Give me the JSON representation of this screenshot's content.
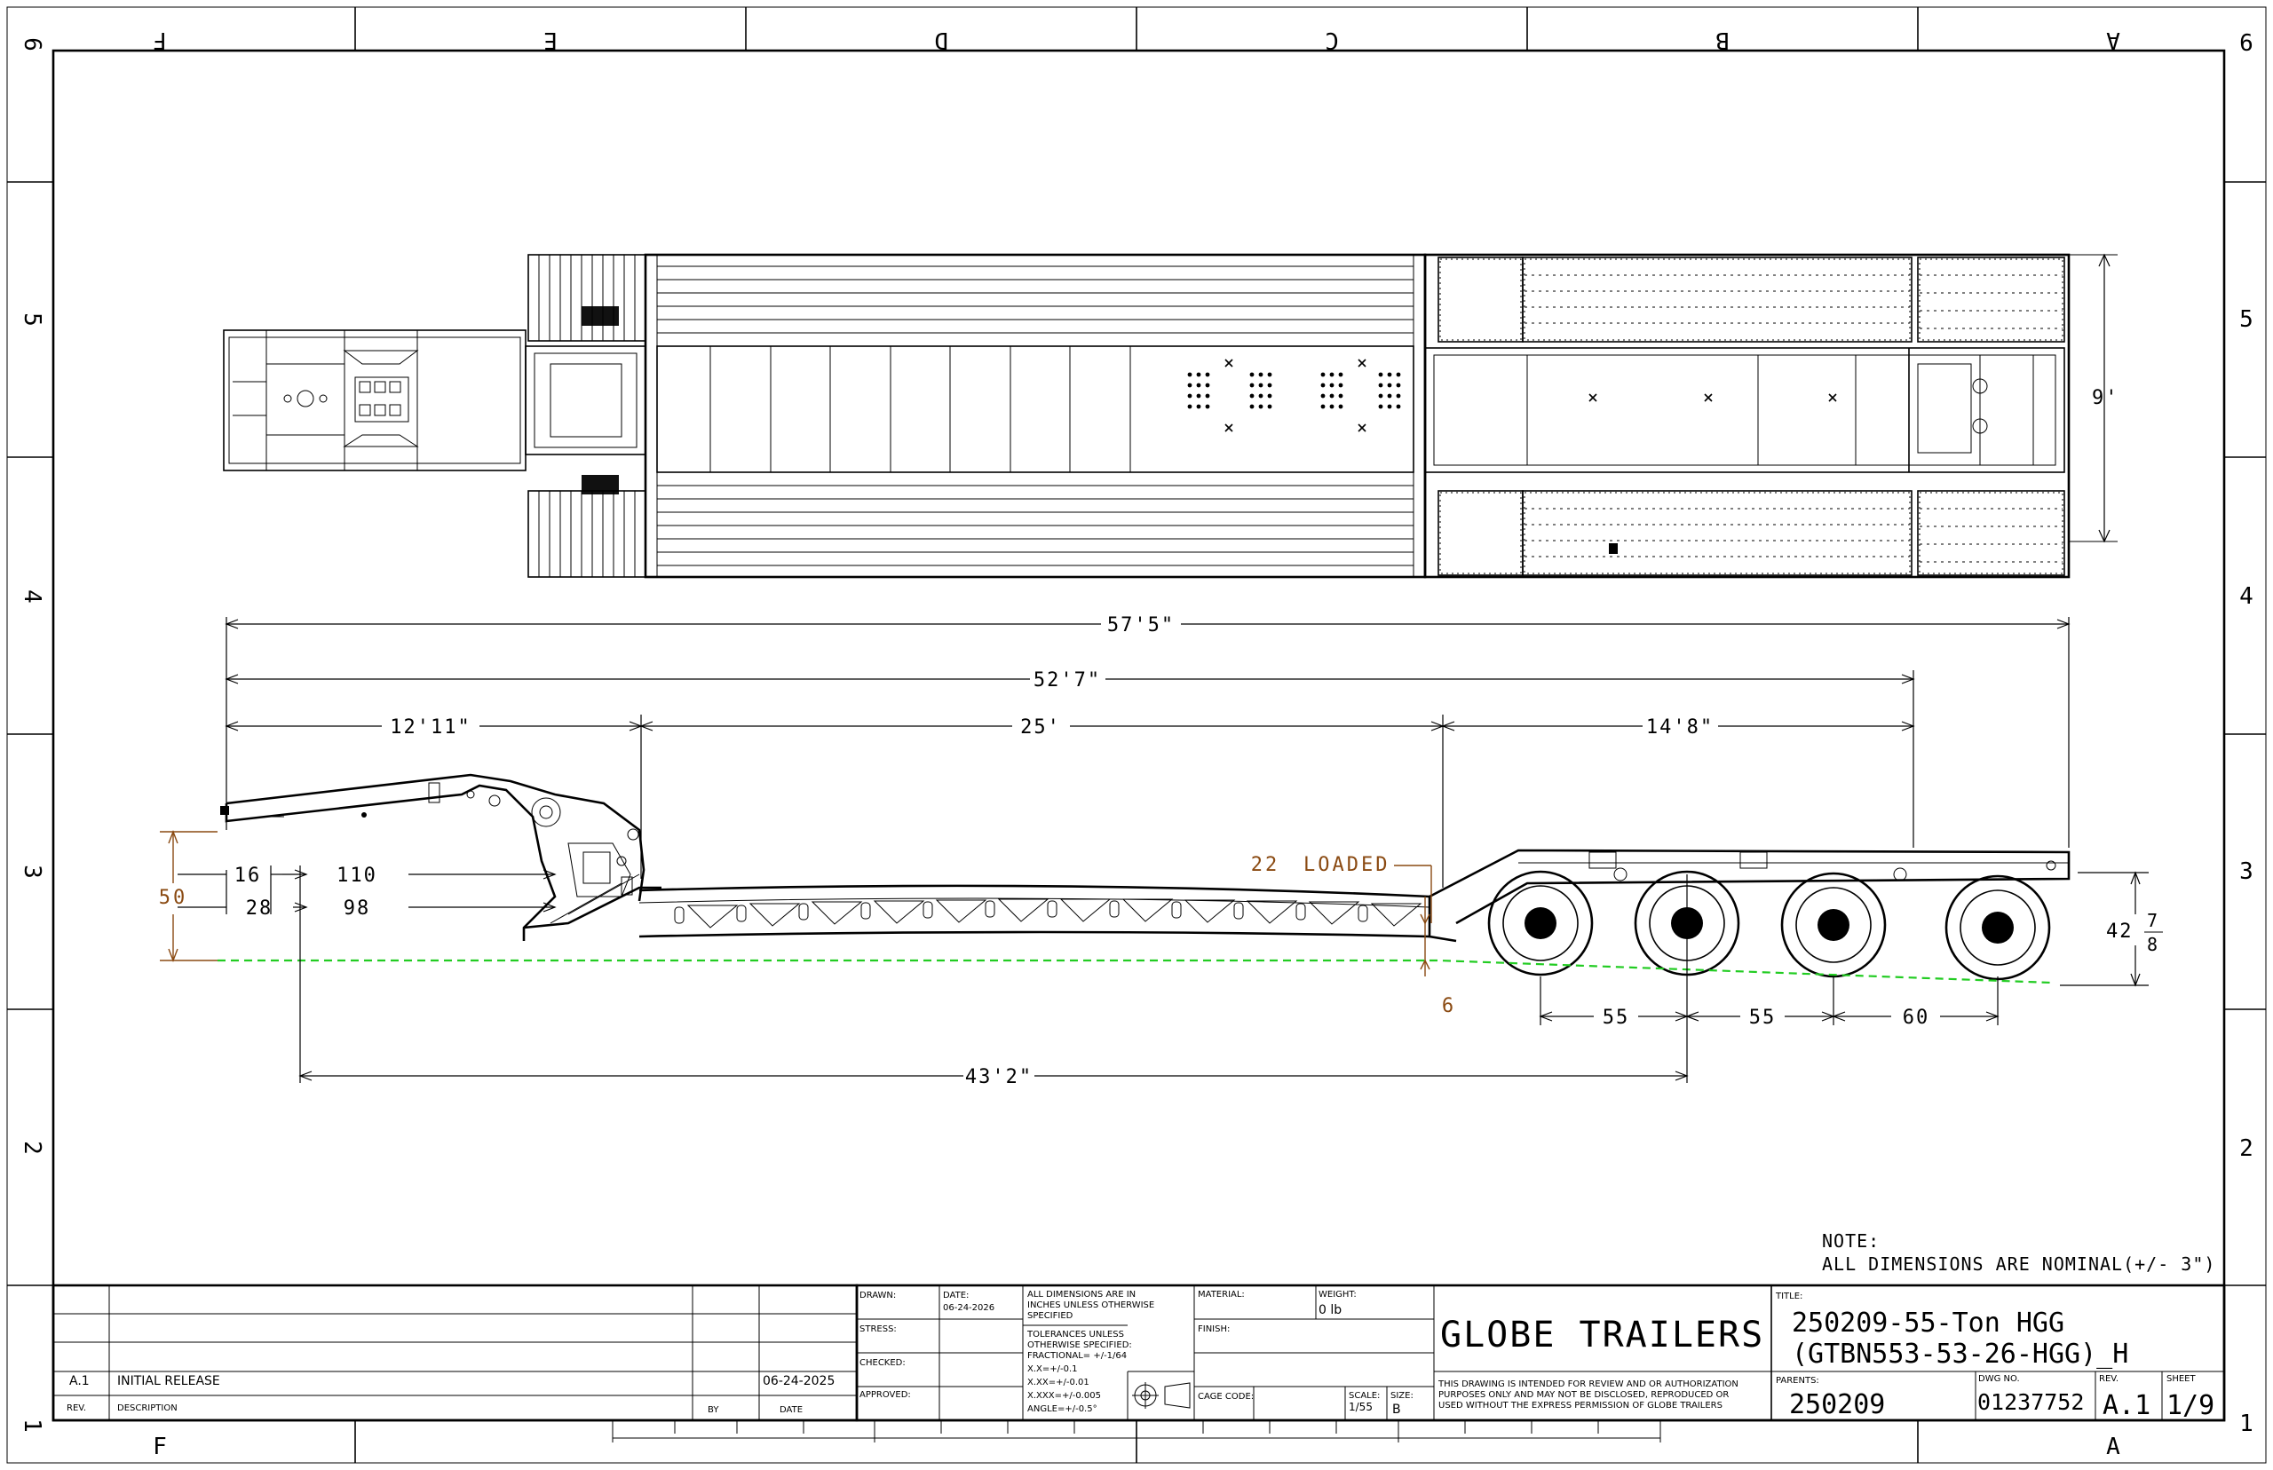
{
  "zones_top": [
    "F",
    "E",
    "D",
    "C",
    "B",
    "A"
  ],
  "zones_bottom": [
    "F",
    "A"
  ],
  "rows_left": [
    "6",
    "5",
    "4",
    "3",
    "2",
    "1"
  ],
  "rows_right": [
    "6",
    "5",
    "4",
    "3",
    "2",
    "1"
  ],
  "dimensions": {
    "overall_length": "57'5\"",
    "deck_to_rear": "52'7\"",
    "gooseneck": "12'11\"",
    "well": "25'",
    "rear_section": "14'8\"",
    "width": "9'",
    "gooseneck_height": "50",
    "offset_16": "16",
    "offset_110": "110",
    "offset_28": "28",
    "offset_98": "98",
    "loaded_value": "22",
    "loaded_label": "LOADED",
    "ground_clear": "6",
    "axle_1": "55",
    "axle_2": "55",
    "axle_3": "60",
    "kingpin_to_axle": "43'2\"",
    "rear_height_whole": "42",
    "rear_height_num": "7",
    "rear_height_den": "8"
  },
  "note": {
    "label": "NOTE:",
    "text": "ALL DIMENSIONS ARE NOMINAL(+/- 3\")"
  },
  "revision_table": {
    "rev_header": "REV.",
    "desc_header": "DESCRIPTION",
    "by_header": "BY",
    "date_header": "DATE",
    "rows": [
      {
        "rev": "A.1",
        "description": "INITIAL RELEASE",
        "date": "06-24-2025"
      }
    ]
  },
  "title_block": {
    "drawn_label": "DRAWN:",
    "date_label": "DATE:",
    "date_value": "06-24-2026",
    "stress_label": "STRESS:",
    "checked_label": "CHECKED:",
    "approved_label": "APPROVED:",
    "dims_note_1": "ALL DIMENSIONS ARE IN",
    "dims_note_2": "INCHES UNLESS OTHERWISE",
    "dims_note_3": "SPECIFIED",
    "tol_1": "TOLERANCES UNLESS",
    "tol_2": "OTHERWISE SPECIFIED:",
    "tol_3": "FRACTIONAL= +/-1/64",
    "tol_4": "X.X=+/-0.1",
    "tol_5": "X.XX=+/-0.01",
    "tol_6": "X.XXX=+/-0.005",
    "tol_7": "ANGLE=+/-0.5°",
    "material_label": "MATERIAL:",
    "weight_label": "WEIGHT:",
    "weight_value": "0 lb",
    "finish_label": "FINISH:",
    "cage_label": "CAGE CODE:",
    "scale_label": "SCALE:",
    "scale_value": "1/55",
    "size_label": "SIZE:",
    "size_value": "B",
    "company": "GLOBE TRAILERS",
    "disclaimer_1": "THIS DRAWING IS INTENDED FOR REVIEW AND OR AUTHORIZATION",
    "disclaimer_2": "PURPOSES ONLY AND MAY NOT BE DISCLOSED, REPRODUCED OR",
    "disclaimer_3": "USED WITHOUT THE EXPRESS PERMISSION OF GLOBE TRAILERS",
    "title_label": "TITLE:",
    "title_line1": "250209-55-Ton HGG",
    "title_line2": "(GTBN553-53-26-HGG)_H",
    "parents_label": "PARENTS:",
    "parents_value": "250209",
    "dwg_label": "DWG NO.",
    "dwg_value": "01237752",
    "rev_label": "REV.",
    "rev_value": "A.1",
    "sheet_label": "SHEET",
    "sheet_value": "1/9"
  }
}
